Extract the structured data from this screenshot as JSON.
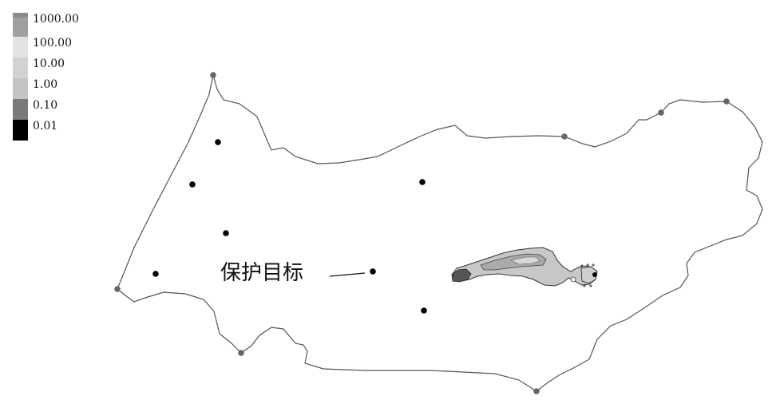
{
  "legend": {
    "items": [
      {
        "label": "1000.00",
        "color": "#a0a0a0",
        "top_color": "#8c8c8c"
      },
      {
        "label": "100.00",
        "color": "#e3e3e3"
      },
      {
        "label": "10.00",
        "color": "#d2d2d2"
      },
      {
        "label": "1.00",
        "color": "#c4c4c4"
      },
      {
        "label": "0.10",
        "color": "#7a7a7a"
      },
      {
        "label": "0.01",
        "color": "#000000"
      }
    ]
  },
  "annotation": {
    "target_label": "保护目标"
  },
  "colors": {
    "boundary": "#555555",
    "boundary_station": "#666666",
    "receptor": "#000000",
    "plume_outer": "#c8c8c8",
    "plume_inner": "#b0b0b0",
    "plume_dark": "#555555"
  }
}
